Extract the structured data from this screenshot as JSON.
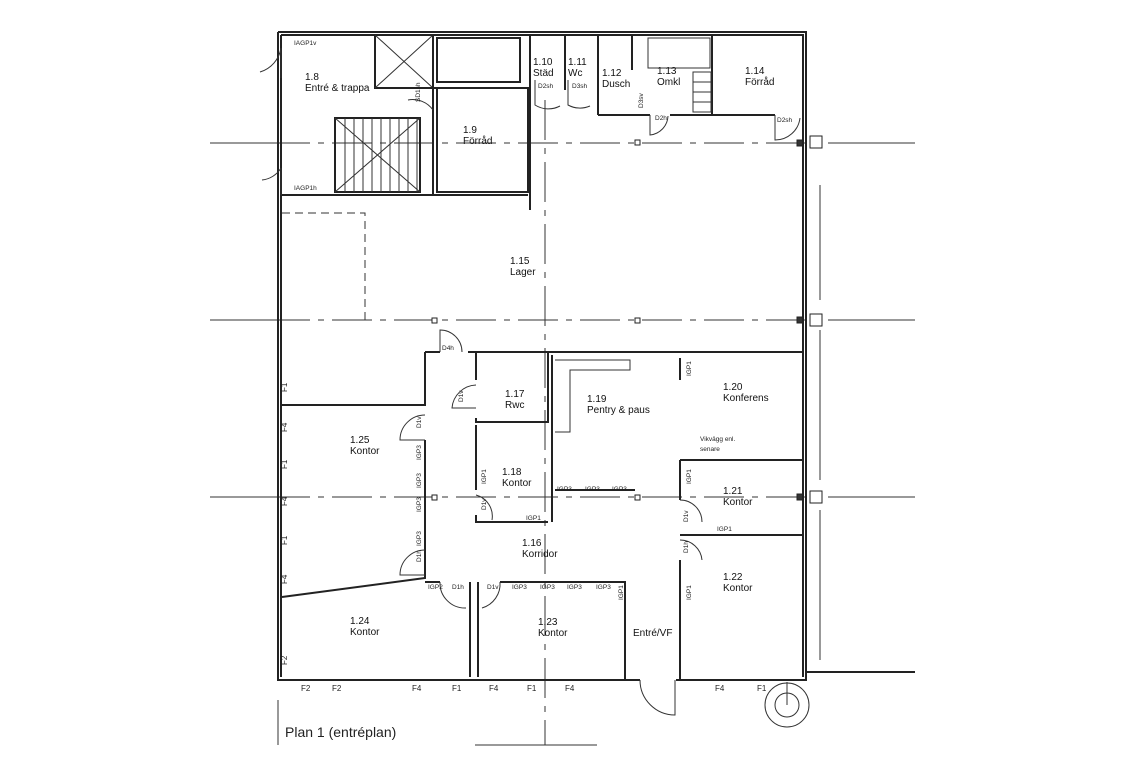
{
  "drawing": {
    "title": "Plan 1 (entréplan)",
    "rooms": [
      {
        "number": "1.8",
        "name": "Entré & trappa"
      },
      {
        "number": "1.9",
        "name": "Förråd"
      },
      {
        "number": "1.10",
        "name": "Städ"
      },
      {
        "number": "1.11",
        "name": "Wc"
      },
      {
        "number": "1.12",
        "name": "Dusch"
      },
      {
        "number": "1.13",
        "name": "Omkl"
      },
      {
        "number": "1.14",
        "name": "Förråd"
      },
      {
        "number": "1.15",
        "name": "Lager"
      },
      {
        "number": "1.16",
        "name": "Korridor"
      },
      {
        "number": "1.17",
        "name": "Rwc"
      },
      {
        "number": "1.18",
        "name": "Kontor"
      },
      {
        "number": "1.19",
        "name": "Pentry & paus"
      },
      {
        "number": "1.20",
        "name": "Konferens"
      },
      {
        "number": "1.21",
        "name": "Kontor"
      },
      {
        "number": "1.22",
        "name": "Kontor"
      },
      {
        "number": "1.23",
        "name": "Kontor"
      },
      {
        "number": "1.24",
        "name": "Kontor"
      },
      {
        "number": "1.25",
        "name": "Kontor"
      }
    ],
    "entrance_label": "Entré/VF",
    "note": [
      "Vikvägg enl.",
      "senare"
    ],
    "door_tags": [
      "IAGP1v",
      "IAGP1h",
      "SD1sh",
      "D2sh",
      "D3sh",
      "D3sv",
      "D2h",
      "D2sh",
      "D4h",
      "D1v",
      "D1v",
      "D1v",
      "D1v",
      "D1h",
      "D1h",
      "IGP2",
      "D1h",
      "D1v",
      "IGP3",
      "IGP3",
      "IGP3",
      "IGP3",
      "IGP1",
      "IGP1",
      "IGP1",
      "IGP1",
      "IGP1",
      "IGP1",
      "IGP1",
      "IGP3",
      "IGP3",
      "IGP3",
      "IGP3",
      "IGP3",
      "IGP3",
      "IGP3"
    ],
    "window_tags": [
      "F2",
      "F2",
      "F4",
      "F1",
      "F4",
      "F1",
      "F4",
      "F4",
      "F1",
      "F1",
      "F4",
      "F1",
      "F4",
      "F1",
      "F4",
      "F2"
    ]
  }
}
